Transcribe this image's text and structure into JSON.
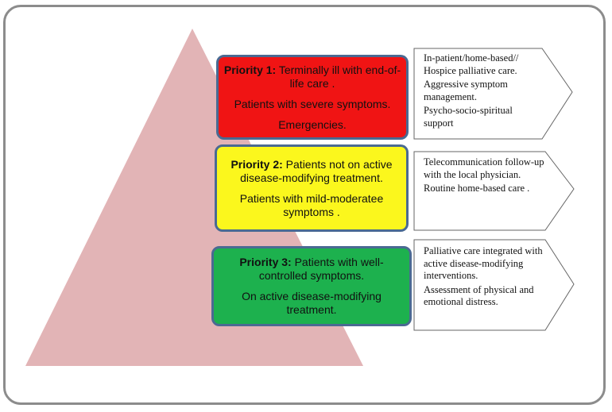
{
  "colors": {
    "pyramid": "#e2b4b6",
    "priority_1": "#f01414",
    "priority_2": "#fbf71d",
    "priority_3": "#1db14e",
    "box_border": "#4a6a92"
  },
  "priorities": [
    {
      "label": "Priority 1:",
      "title_rest": " Terminally ill with end-of-life care .",
      "lines": [
        "Patients  with severe symptoms.",
        "Emergencies."
      ],
      "actions": [
        "In-patient/home-based// Hospice palliative  care.",
        "Aggressive symptom management.",
        "Psycho-socio-spiritual support"
      ]
    },
    {
      "label": "Priority 2:",
      "title_rest": " Patients not on active disease-modifying treatment.",
      "lines": [
        "Patients with mild-moderatee symptoms ."
      ],
      "actions": [
        "Telecommunication follow-up  with  the local physician.",
        "Routine  home-based care ."
      ]
    },
    {
      "label": "Priority 3:",
      "title_rest": " Patients with well-controlled symptoms.",
      "lines": [
        "On active disease-modifying treatment."
      ],
      "actions": [
        "Palliative  care integrated with  active disease-modifying interventions.",
        "Assessment of physical and emotional  distress."
      ]
    }
  ]
}
